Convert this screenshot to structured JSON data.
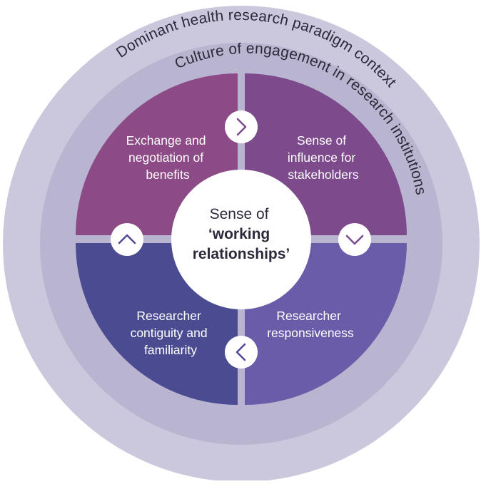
{
  "rings": {
    "outer_label": "Dominant health research paradigm context",
    "inner_label": "Culture of engagement in research institutions"
  },
  "quadrants": {
    "top_left": {
      "lines": [
        "Exchange and",
        "negotiation of",
        "benefits"
      ]
    },
    "top_right": {
      "lines": [
        "Sense of",
        "influence for",
        "stakeholders"
      ]
    },
    "bottom_left": {
      "lines": [
        "Researcher",
        "contiguity and",
        "familiarity"
      ]
    },
    "bottom_right": {
      "lines": [
        "Researcher",
        "responsiveness"
      ]
    }
  },
  "center": {
    "line1": "Sense of",
    "line2": "‘working",
    "line3": "relationships’"
  },
  "arrows": [
    "chevron-right-icon",
    "chevron-down-icon",
    "chevron-left-icon",
    "chevron-up-icon"
  ],
  "colors": {
    "outer_ring": "#cbc7dd",
    "inner_ring": "#b9b4d0",
    "top_left": "#8c4a86",
    "top_right": "#7d4a8c",
    "bottom_left": "#4b4b92",
    "bottom_right": "#6a5ca9",
    "accent": "#7a4a8e"
  }
}
